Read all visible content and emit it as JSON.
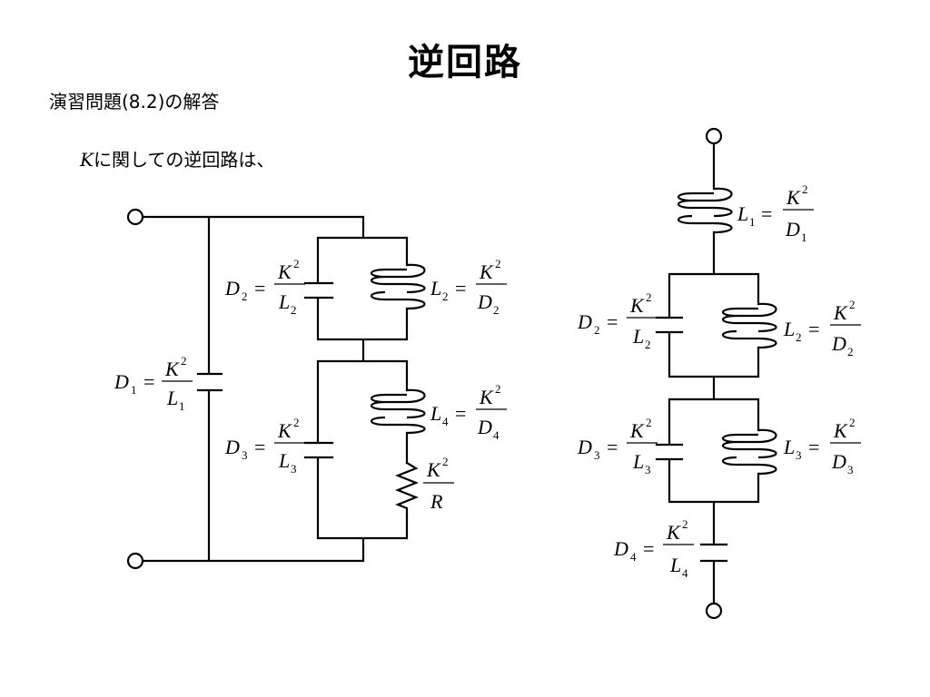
{
  "slide": {
    "title": "逆回路",
    "subtitle": "演習問題(8.2)の解答",
    "intro_var": "K",
    "intro_text": "に関しての逆回路は、"
  },
  "symbols": {
    "K": "K",
    "exp": "2",
    "eq": "=",
    "R": "R",
    "D": "D",
    "L": "L",
    "i1": "1",
    "i2": "2",
    "i3": "3",
    "i4": "4"
  }
}
